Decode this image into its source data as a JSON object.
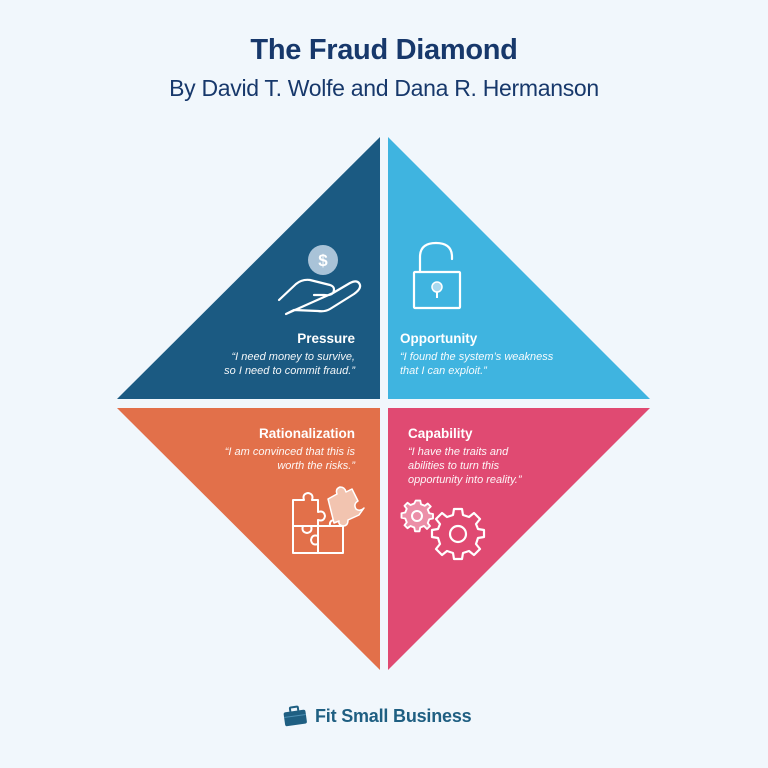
{
  "header": {
    "title": "The Fraud Diamond",
    "subtitle": "By David T. Wolfe and Dana R. Hermanson"
  },
  "quadrants": [
    {
      "id": "pressure",
      "label": "Pressure",
      "quote_line1": "“I need money to survive,",
      "quote_line2": "so I need to commit fraud.”",
      "icon": "hand-holding-coin-icon",
      "color": "#1b5a82"
    },
    {
      "id": "opportunity",
      "label": "Opportunity",
      "quote_line1": "“I found the system’s weakness",
      "quote_line2": "that I can exploit.”",
      "icon": "unlocked-padlock-icon",
      "color": "#3fb4e0"
    },
    {
      "id": "rationalization",
      "label": "Rationalization",
      "quote_line1": "“I am convinced that this is",
      "quote_line2": "worth the risks.”",
      "icon": "puzzle-pieces-icon",
      "color": "#e2704a"
    },
    {
      "id": "capability",
      "label": "Capability",
      "quote_line1": "“I have the traits and",
      "quote_line2": "abilities to turn this",
      "quote_line3": "opportunity into reality.”",
      "icon": "gears-icon",
      "color": "#e04a72"
    }
  ],
  "footer": {
    "brand": "Fit Small Business",
    "icon": "briefcase-icon",
    "color": "#1f5f82"
  }
}
